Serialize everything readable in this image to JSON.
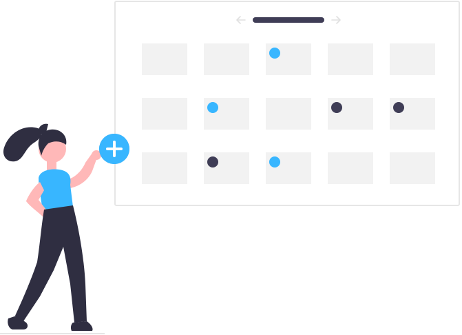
{
  "colors": {
    "accent": "#38b6ff",
    "dark": "#3f3d56",
    "cell": "#f2f2f2",
    "border": "#e6e6e6",
    "skin": "#ffb8b8",
    "pants": "#2f2e41"
  },
  "calendar": {
    "header": {
      "prev_icon": "arrow-left-icon",
      "next_icon": "arrow-right-icon"
    },
    "rows": [
      {
        "cells": [
          {
            "dot": null
          },
          {
            "dot": null
          },
          {
            "dot": "blue"
          },
          {
            "dot": null
          },
          {
            "dot": null
          }
        ]
      },
      {
        "cells": [
          {
            "dot": null
          },
          {
            "dot": "blue"
          },
          {
            "dot": null
          },
          {
            "dot": "dark"
          },
          {
            "dot": "dark"
          }
        ]
      },
      {
        "cells": [
          {
            "dot": null
          },
          {
            "dot": "dark"
          },
          {
            "dot": "blue"
          },
          {
            "dot": null
          },
          {
            "dot": null
          }
        ]
      }
    ]
  },
  "add_button": {
    "icon": "plus-icon"
  },
  "illustration": {
    "figure": "woman-adding-event"
  }
}
